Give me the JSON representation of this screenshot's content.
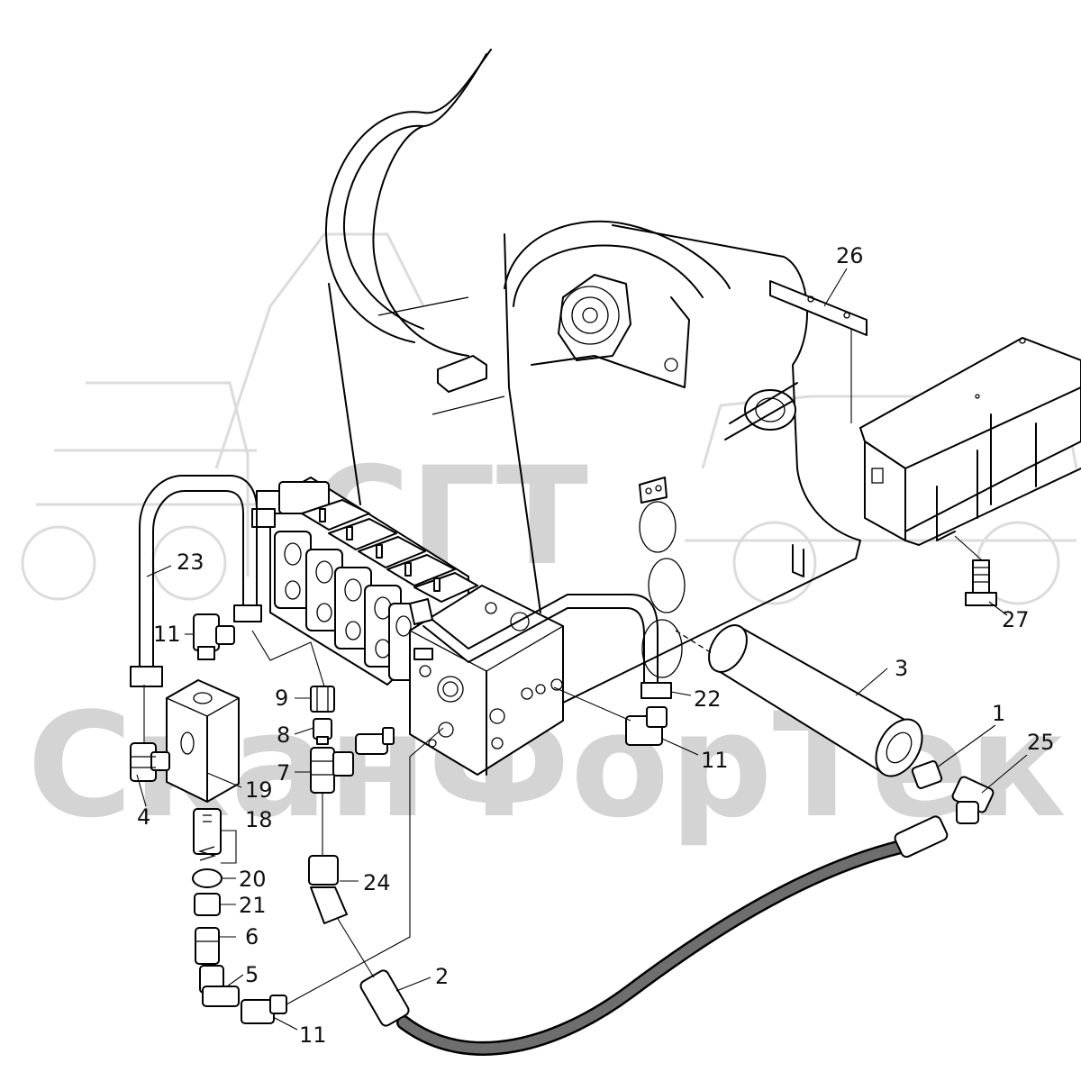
{
  "watermark": {
    "logo_text": "СГТ",
    "company_text": "СканФорТек"
  },
  "callouts": [
    {
      "id": "c1",
      "label": "1"
    },
    {
      "id": "c2",
      "label": "2"
    },
    {
      "id": "c3",
      "label": "3"
    },
    {
      "id": "c4",
      "label": "4"
    },
    {
      "id": "c5",
      "label": "5"
    },
    {
      "id": "c6",
      "label": "6"
    },
    {
      "id": "c7",
      "label": "7"
    },
    {
      "id": "c8",
      "label": "8"
    },
    {
      "id": "c9",
      "label": "9"
    },
    {
      "id": "c11a",
      "label": "11"
    },
    {
      "id": "c11b",
      "label": "11"
    },
    {
      "id": "c11c",
      "label": "11"
    },
    {
      "id": "c18",
      "label": "18"
    },
    {
      "id": "c19",
      "label": "19"
    },
    {
      "id": "c20",
      "label": "20"
    },
    {
      "id": "c21",
      "label": "21"
    },
    {
      "id": "c22",
      "label": "22"
    },
    {
      "id": "c23",
      "label": "23"
    },
    {
      "id": "c24",
      "label": "24"
    },
    {
      "id": "c25",
      "label": "25"
    },
    {
      "id": "c26",
      "label": "26"
    },
    {
      "id": "c27",
      "label": "27"
    }
  ]
}
